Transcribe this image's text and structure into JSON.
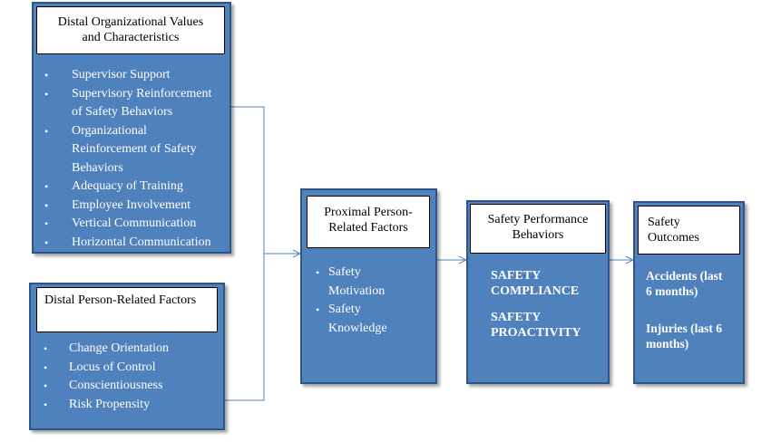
{
  "distal_org": {
    "title_line1": "Distal Organizational Values",
    "title_line2": "and Characteristics",
    "items": [
      [
        "Supervisor Support"
      ],
      [
        "Supervisory Reinforcement",
        "of Safety Behaviors"
      ],
      [
        "Organizational",
        "Reinforcement of Safety",
        "Behaviors"
      ],
      [
        "Adequacy of Training"
      ],
      [
        "Employee Involvement"
      ],
      [
        "Vertical Communication"
      ],
      [
        "Horizontal Communication"
      ]
    ]
  },
  "distal_person": {
    "title": "Distal Person-Related Factors",
    "items": [
      "Change Orientation",
      "Locus of Control",
      "Conscientiousness",
      "Risk Propensity"
    ]
  },
  "proximal": {
    "title_line1": "Proximal Person-",
    "title_line2": "Related Factors",
    "items": [
      [
        "Safety",
        "Motivation"
      ],
      [
        "Safety",
        "Knowledge"
      ]
    ]
  },
  "performance": {
    "title_line1": "Safety Performance",
    "title_line2": "Behaviors",
    "items": [
      [
        "SAFETY",
        "COMPLIANCE"
      ],
      [
        "SAFETY",
        "PROACTIVITY"
      ]
    ]
  },
  "outcomes": {
    "title_line1": "Safety",
    "title_line2": "Outcomes",
    "items": [
      [
        "Accidents (last",
        "6 months)"
      ],
      [
        "Injuries (last 6",
        "months)"
      ]
    ]
  },
  "colors": {
    "box_fill": "#4f81bd",
    "box_border": "#2f5485",
    "connector": "#4f81bd"
  }
}
